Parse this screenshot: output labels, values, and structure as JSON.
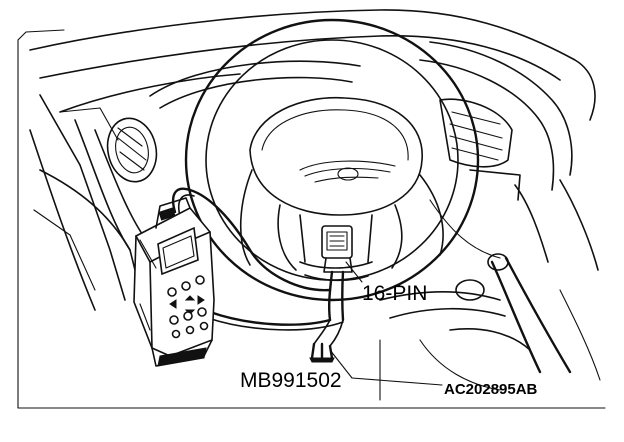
{
  "labels": {
    "connector": "16-PIN",
    "adapter_cable": "MB991502",
    "figure_id": "AC202895AB"
  }
}
